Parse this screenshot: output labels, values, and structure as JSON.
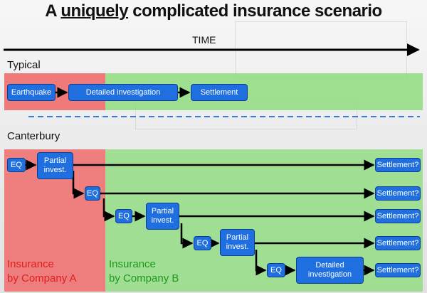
{
  "title": {
    "before": "A ",
    "emphasis": "uniquely",
    "after": " complicated insurance scenario"
  },
  "time_label": "TIME",
  "typical": {
    "label": "Typical",
    "steps": [
      "Earthquake",
      "Detailed investigation",
      "Settlement"
    ]
  },
  "canterbury": {
    "label": "Canterbury",
    "company_a": {
      "line1": "Insurance",
      "line2": "by Company A"
    },
    "company_b": {
      "line1": "Insurance",
      "line2": "by Company B"
    },
    "eq": "EQ",
    "partial": {
      "line1": "Partial",
      "line2": "invest."
    },
    "detailed": {
      "line1": "Detailed",
      "line2": "investigation"
    },
    "settlement": "Settlement?"
  },
  "colors": {
    "company_a": "#f06b6b",
    "company_b": "#8fdc7f",
    "box": "#1f6fe0",
    "dashed": "#3a7bd5"
  }
}
